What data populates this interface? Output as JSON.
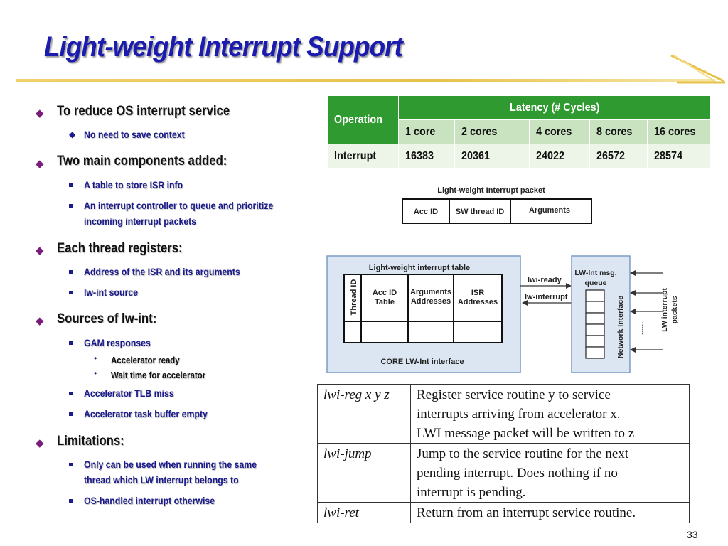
{
  "title": "Light-weight Interrupt Support",
  "bullets": [
    {
      "text": "To reduce OS interrupt service",
      "children": [
        {
          "text": "No need to save context"
        }
      ]
    },
    {
      "text": "Two main components added:",
      "children": [
        {
          "text": "A table to store ISR info"
        },
        {
          "text": "An interrupt controller to queue and prioritize",
          "text2": "incoming interrupt packets"
        }
      ]
    },
    {
      "text": "Each thread registers:",
      "children": [
        {
          "text": "Address of the ISR and its arguments"
        },
        {
          "text": "lw-int source"
        }
      ]
    },
    {
      "text": "Sources of lw-int:",
      "children": [
        {
          "text": "GAM responses",
          "children": [
            {
              "text": "Accelerator ready"
            },
            {
              "text": "Wait time for accelerator"
            }
          ]
        },
        {
          "text": "Accelerator TLB miss"
        },
        {
          "text": "Accelerator task buffer empty"
        }
      ]
    },
    {
      "text": "Limitations:",
      "children": [
        {
          "text": "Only can be used when running the same",
          "text2": "thread which LW interrupt belongs to"
        },
        {
          "text": "OS-handled interrupt otherwise"
        }
      ]
    }
  ],
  "latency_table": {
    "operation_header": "Operation",
    "group_header": "Latency (# Cycles)",
    "columns": [
      "1 core",
      "2 cores",
      "4 cores",
      "8 cores",
      "16 cores"
    ],
    "rows": [
      {
        "operation": "Interrupt",
        "values": [
          "16383",
          "20361",
          "24022",
          "26572",
          "28574"
        ]
      }
    ],
    "colors": {
      "header": "#2f9a2f",
      "subheader": "#c9e3c0",
      "row": "#ecf5e8"
    }
  },
  "packet_diagram": {
    "title": "Light-weight Interrupt packet",
    "fields": [
      "Acc ID",
      "SW thread ID",
      "Arguments"
    ]
  },
  "lwi_diagram": {
    "table_title": "Light-weight interrupt table",
    "col_thread": "Thread ID",
    "col_acc_1": "Acc ID",
    "col_acc_2": "Table",
    "col_args_1": "Arguments",
    "col_args_2": "Addresses",
    "col_isr_1": "ISR",
    "col_isr_2": "Addresses",
    "footer": "CORE LW-Int interface",
    "signal_ready": "lwi-ready",
    "signal_interrupt": "lw-interrupt",
    "queue_title_1": "LW-Int msg.",
    "queue_title_2": "queue",
    "network_interface": "Network Interface",
    "dots": "......",
    "packets_label_1": "LW interrupt",
    "packets_label_2": "packets",
    "colors": {
      "panel": "#dce6f2",
      "panel_border": "#7b9cc4"
    }
  },
  "instructions": [
    {
      "op": "lwi-reg x y z",
      "lines": [
        "Register service routine y to service",
        "interrupts arriving from accelerator x.",
        "LWI message packet will be written to z"
      ]
    },
    {
      "op": "lwi-jump",
      "lines": [
        "Jump to the service routine for the next",
        "pending interrupt. Does nothing if no",
        "interrupt is pending."
      ]
    },
    {
      "op": "lwi-ret",
      "lines": [
        "Return from an interrupt service routine."
      ]
    }
  ],
  "page_number": "33",
  "colors": {
    "title": "#1b1bb0",
    "accent_rule": "#e8c24a",
    "level1_marker": "#7a1c7a",
    "level2_text": "#1a1a8c"
  }
}
